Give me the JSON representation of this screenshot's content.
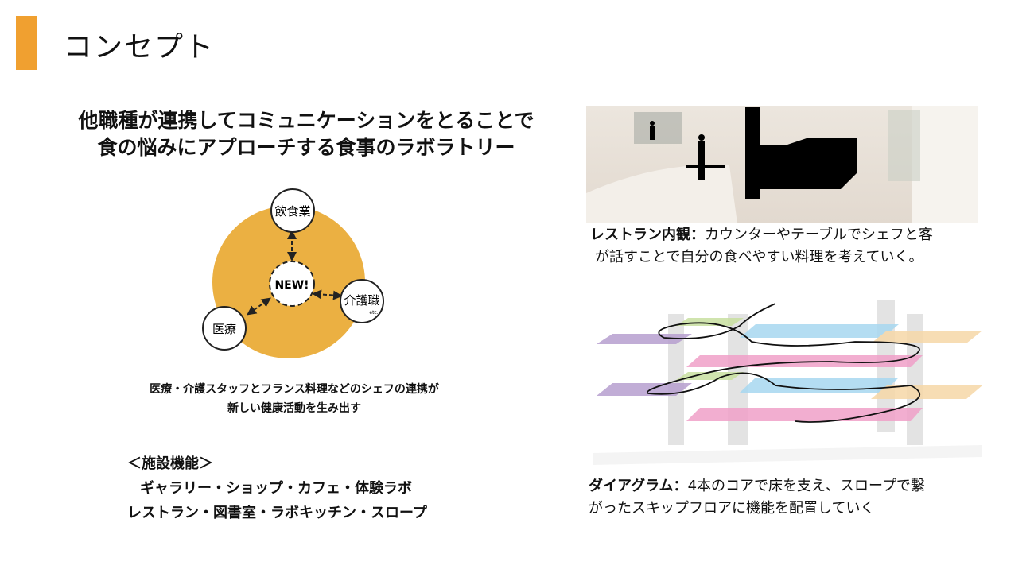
{
  "header": {
    "title": "コンセプト",
    "accent_color": "#f0a030"
  },
  "headline": {
    "line1": "他職種が連携してコミュニケーションをとることで",
    "line2": "食の悩みにアプローチする食事のラボラトリー"
  },
  "venn": {
    "center": "NEW!",
    "nodes": [
      "飲食業",
      "介護職",
      "医療"
    ],
    "etc": "etc.",
    "circle_color": "#ebb042"
  },
  "caption": {
    "line1": "医療・介護スタッフとフランス料理などのシェフの連携が",
    "line2": "新しい健康活動を生み出す"
  },
  "facility": {
    "heading": "＜施設機能＞",
    "line1": "ギャラリー・ショップ・カフェ・体験ラボ",
    "line2": "レストラン・図書室・ラボキッチン・スロープ"
  },
  "restaurant": {
    "label": "レストラン内観：",
    "text1": "カウンターやテーブルでシェフと客",
    "text2": "が話すことで自分の食べやすい料理を考えていく。"
  },
  "diagram": {
    "label": "ダイアグラム：",
    "text1": "4本のコアで床を支え、スロープで繋",
    "text2": "がったスキップフロアに機能を配置していく"
  }
}
